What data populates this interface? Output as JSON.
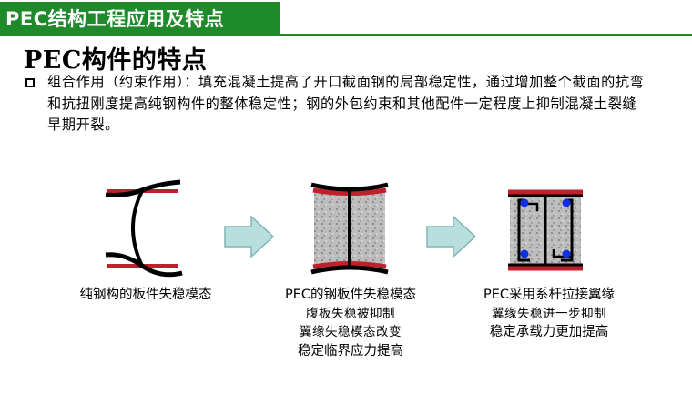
{
  "slide": {
    "title": "PEC结构工程应用及特点",
    "heading": "PEC构件的特点",
    "paragraph": "组合作用（约束作用）：填充混凝土提高了开口截面钢的局部稳定性，通过增加整个截面的抗弯和抗扭刚度提高纯钢构件的整体稳定性；钢的外包约束和其他配件一定程度上抑制混凝土裂缝早期开裂。"
  },
  "figures": [
    {
      "caption": "纯钢构的板件失稳模态"
    },
    {
      "caption": "PEC的钢板件失稳模态",
      "sub1": "腹板失稳被抑制",
      "sub2": "翼缘失稳模态改变",
      "strong": "稳定临界应力提高"
    },
    {
      "caption": "PEC采用系杆拉接翼缘",
      "sub1": "翼缘失稳进一步抑制",
      "strong": "稳定承载力更加提高"
    }
  ],
  "colors": {
    "title_green": "#1e8a2a",
    "flange_red": "#c0202a",
    "arrow_fill": "#b9dede",
    "arrow_stroke": "#7fb6b6",
    "tie_blue": "#1030e0"
  }
}
